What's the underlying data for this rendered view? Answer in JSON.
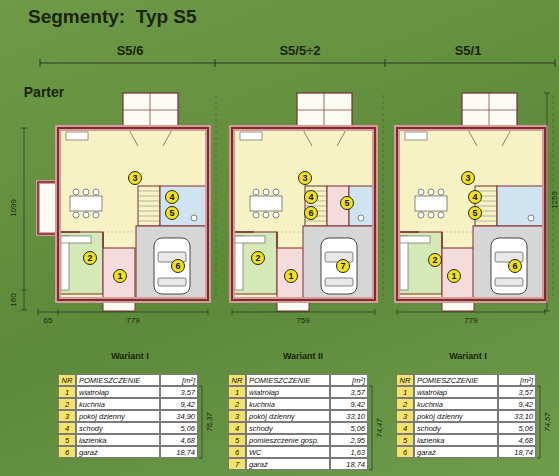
{
  "diagram": {
    "title": "Segmenty:  Typ S5",
    "nodes": [
      {
        "text": [
          "3"
        ]
      },
      {
        "text": [
          "4"
        ]
      },
      {
        "text": [
          "5"
        ]
      },
      {
        "text": [
          "2"
        ]
      },
      {
        "text": [
          "1"
        ]
      },
      {
        "text": [
          "6"
        ]
      },
      {
        "text": [
          "3"
        ]
      },
      {
        "text": [
          "4"
        ]
      },
      {
        "text": [
          "6"
        ]
      },
      {
        "text": [
          "5"
        ]
      },
      {
        "text": [
          "2"
        ]
      },
      {
        "text": [
          "1"
        ]
      },
      {
        "text": [
          "7"
        ]
      },
      {
        "text": [
          "3"
        ]
      },
      {
        "text": [
          "4"
        ]
      },
      {
        "text": [
          "5"
        ]
      },
      {
        "text": [
          "2"
        ]
      },
      {
        "text": [
          "1"
        ]
      },
      {
        "text": [
          "6"
        ]
      }
    ],
    "edges": [],
    "labels": [
      "S5/6",
      "S5/5÷2",
      "S5/1",
      "Parter",
      "1099",
      "160",
      "65",
      "779",
      "759",
      "779",
      "1259",
      "Wariant I",
      "Wariant II",
      "Wariant I",
      "NR",
      "POMIESZCZENIE",
      "[m²]",
      "1",
      "wiatrołap",
      "3,57",
      "2",
      "kuchnia",
      "9,42",
      "3",
      "pokój dzienny",
      "34,90",
      "4",
      "schody",
      "5,06",
      "5",
      "łazienka",
      "4,68",
      "6",
      "garaż",
      "18,74",
      "76,37",
      "NR",
      "POMIESZCZENIE",
      "[m²]",
      "1",
      "wiatrołap",
      "3,57",
      "2",
      "kuchnia",
      "9,42",
      "3",
      "pokój dzienny",
      "33,10",
      "4",
      "schody",
      "5,06",
      "5",
      "pomieszczenie gosp.",
      "2,95",
      "6",
      "WC",
      "1,63",
      "7",
      "garaż",
      "18,74",
      "74,47",
      "NR",
      "POMIESZCZENIE",
      "[m²]",
      "1",
      "wiatrołap",
      "3,57",
      "2",
      "kuchnia",
      "9,42",
      "3",
      "pokój dzienny",
      "33,10",
      "4",
      "schody",
      "5,06",
      "5",
      "łazienka",
      "4,68",
      "6",
      "garaż",
      "18,74",
      "74,57"
    ]
  }
}
